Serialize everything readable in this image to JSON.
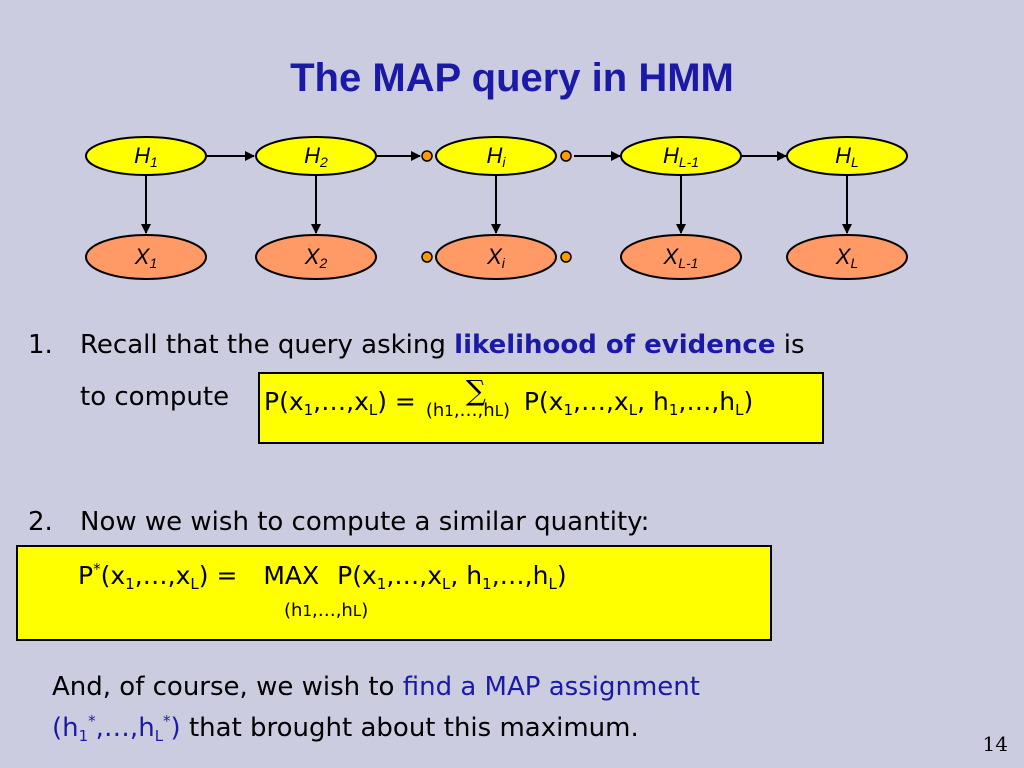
{
  "title": "The MAP query in HMM",
  "diagram": {
    "hidden": [
      {
        "base": "H",
        "sub": "1"
      },
      {
        "base": "H",
        "sub": "2"
      },
      {
        "base": "H",
        "sub": "i"
      },
      {
        "base": "H",
        "sub": "L-1"
      },
      {
        "base": "H",
        "sub": "L"
      }
    ],
    "observed": [
      {
        "base": "X",
        "sub": "1"
      },
      {
        "base": "X",
        "sub": "2"
      },
      {
        "base": "X",
        "sub": "i"
      },
      {
        "base": "X",
        "sub": "L-1"
      },
      {
        "base": "X",
        "sub": "L"
      }
    ],
    "colors": {
      "hidden_fill": "#ffff00",
      "observed_fill": "#ff9966",
      "dot_fill": "#ff9900"
    }
  },
  "item1": {
    "number": "1.",
    "line1_pre": "Recall that the query asking ",
    "line1_emph": "likelihood of evidence",
    "line1_post": " is",
    "line2_pre": "to compute"
  },
  "formula1": {
    "lhs_a": "P(x",
    "lhs_s1": "1",
    "lhs_b": ",…,x",
    "lhs_s2": "L",
    "lhs_c": ") =",
    "sum_sym": "∑",
    "under_a": "(h",
    "under_s1": "1",
    "under_b": ",…,h",
    "under_s2": "L",
    "under_c": ")",
    "rhs_a": "P(x",
    "rhs_s1": "1",
    "rhs_b": ",…,x",
    "rhs_s2": "L",
    "rhs_c": ", h",
    "rhs_s3": "1",
    "rhs_d": ",…,h",
    "rhs_s4": "L",
    "rhs_e": ")"
  },
  "item2": {
    "number": "2.",
    "text": "Now we wish to compute a similar quantity:"
  },
  "formula2": {
    "lhs_a": "P",
    "lhs_star": "*",
    "lhs_b": "(x",
    "lhs_s1": "1",
    "lhs_c": ",…,x",
    "lhs_s2": "L",
    "lhs_d": ") =",
    "max": "MAX",
    "rhs_a": "P(x",
    "rhs_s1": "1",
    "rhs_b": ",…,x",
    "rhs_s2": "L",
    "rhs_c": ", h",
    "rhs_s3": "1",
    "rhs_d": ",…,h",
    "rhs_s4": "L",
    "rhs_e": ")",
    "under_a": "(h",
    "under_s1": "1",
    "under_b": ",…,h",
    "under_s2": "L",
    "under_c": ")"
  },
  "closing": {
    "pre": "And, of course, we wish to ",
    "emph": "find a MAP assignment",
    "tuple_a": "(h",
    "tuple_s1": "1",
    "tuple_star1": "*",
    "tuple_b": ",…,h",
    "tuple_s2": "L",
    "tuple_star2": "*",
    "tuple_c": ")",
    "post": " that brought about this maximum."
  },
  "page_number": "14"
}
